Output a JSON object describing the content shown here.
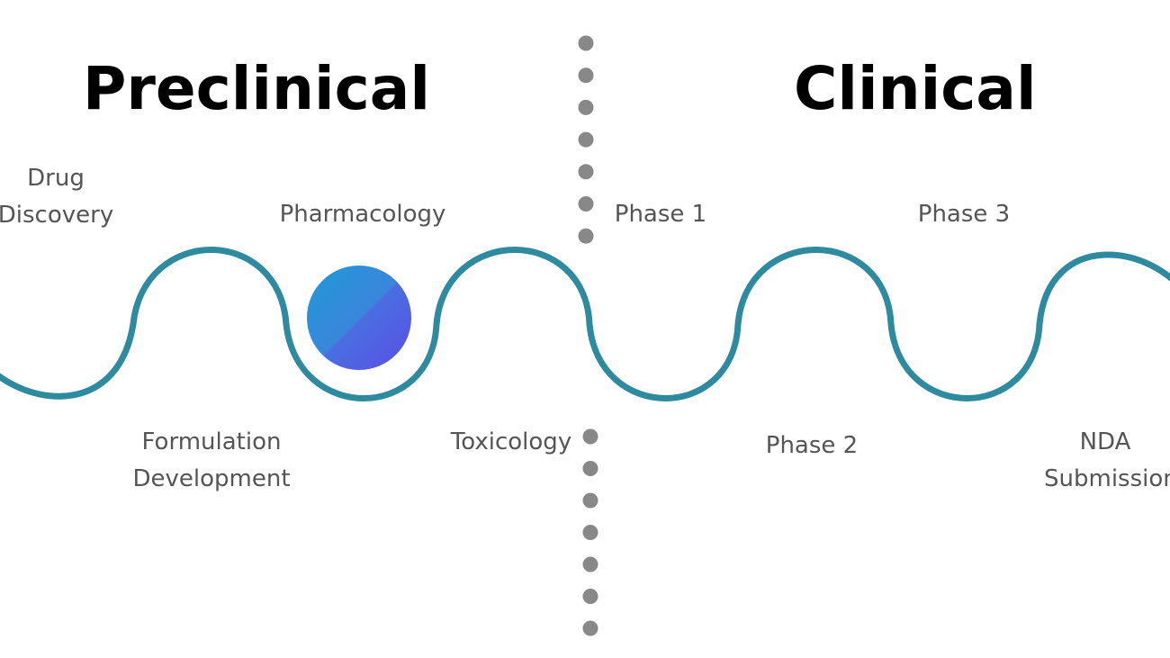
{
  "headings": {
    "preclinical": "Preclinical",
    "clinical": "Clinical"
  },
  "stages": {
    "drug_discovery": [
      "Drug",
      "Discovery"
    ],
    "formulation_development": [
      "Formulation",
      "Development"
    ],
    "pharmacology": "Pharmacology",
    "toxicology": "Toxicology",
    "phase1": "Phase 1",
    "phase2": "Phase 2",
    "phase3": "Phase 3",
    "nda_submission": [
      "NDA",
      "Submission"
    ]
  },
  "colors": {
    "wave": "#2e8a9e",
    "divider_dots": "#888888",
    "marker_start": "#1f9ad6",
    "marker_end": "#5b4ee6",
    "label_text": "#555555",
    "heading_text": "#000000"
  },
  "progress_marker": {
    "current_stage": "pharmacology"
  }
}
